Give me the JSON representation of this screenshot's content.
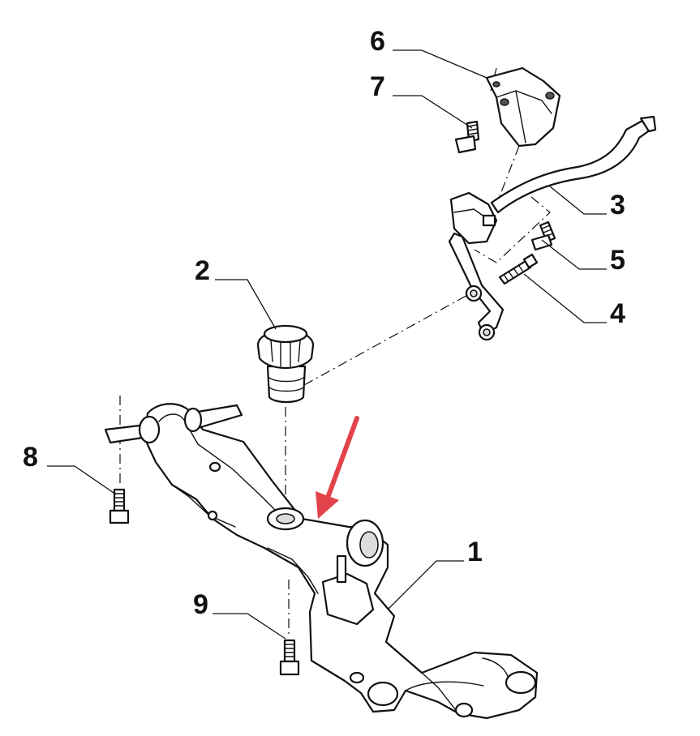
{
  "callouts": [
    {
      "id": "1",
      "label": "1"
    },
    {
      "id": "2",
      "label": "2"
    },
    {
      "id": "3",
      "label": "3"
    },
    {
      "id": "4",
      "label": "4"
    },
    {
      "id": "5",
      "label": "5"
    },
    {
      "id": "6",
      "label": "6"
    },
    {
      "id": "7",
      "label": "7"
    },
    {
      "id": "8",
      "label": "8"
    },
    {
      "id": "9",
      "label": "9"
    }
  ],
  "colors": {
    "line": "#111111",
    "highlight_arrow": "#e2434a",
    "background": "#ffffff"
  }
}
